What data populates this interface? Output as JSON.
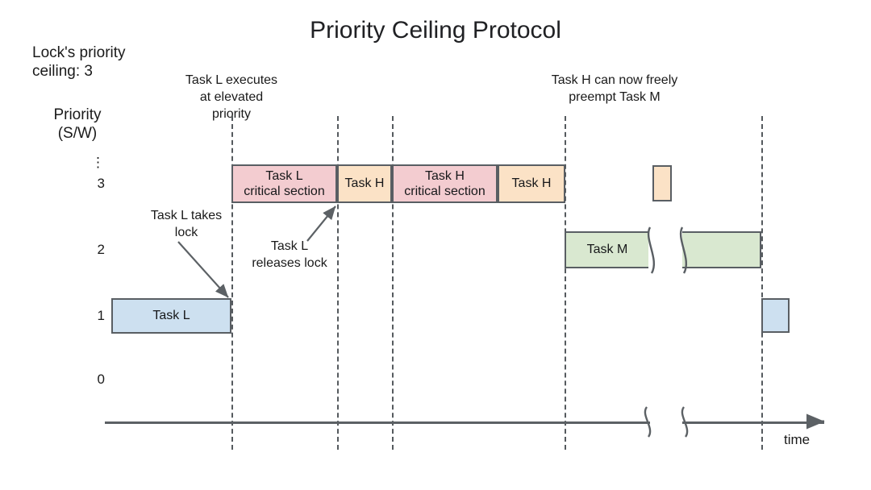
{
  "title": "Priority Ceiling Protocol",
  "lock_ceiling_note": "Lock's priority\nceiling: 3",
  "axis": {
    "y_title": "Priority\n(S/W)",
    "y_ticks": [
      "⋮",
      "3",
      "2",
      "1",
      "0"
    ],
    "x_label": "time"
  },
  "annotations": [
    {
      "id": "elevated",
      "text": "Task L executes\nat elevated priority"
    },
    {
      "id": "preempt",
      "text": "Task H can now freely\npreempt Task M"
    },
    {
      "id": "takes-lock",
      "text": "Task L\ntakes lock"
    },
    {
      "id": "releases-lock",
      "text": "Task L\nreleases\nlock"
    }
  ],
  "bars": [
    {
      "id": "task-l-critical-section",
      "label": "Task L\ncritical section",
      "priority": 3,
      "color": "#f3ccd0"
    },
    {
      "id": "task-h-1",
      "label": "Task H",
      "priority": 3,
      "color": "#fbe2c6"
    },
    {
      "id": "task-h-critical-section",
      "label": "Task H\ncritical section",
      "priority": 3,
      "color": "#f3ccd0"
    },
    {
      "id": "task-h-2",
      "label": "Task H",
      "priority": 3,
      "color": "#fbe2c6"
    },
    {
      "id": "task-h-3",
      "label": "",
      "priority": 3,
      "color": "#fbe2c6"
    },
    {
      "id": "task-m-1",
      "label": "Task M",
      "priority": 2,
      "color": "#d9e8d0"
    },
    {
      "id": "task-m-2",
      "label": "",
      "priority": 2,
      "color": "#d9e8d0"
    },
    {
      "id": "task-l-1",
      "label": "Task L",
      "priority": 1,
      "color": "#cde0f0"
    },
    {
      "id": "task-l-2",
      "label": "",
      "priority": 1,
      "color": "#cde0f0"
    }
  ],
  "colors": {
    "critical_section": "#f3ccd0",
    "task_h": "#fbe2c6",
    "task_m": "#d9e8d0",
    "task_l": "#cde0f0",
    "stroke": "#595e63",
    "text": "#1a1a1a"
  },
  "chart_data": {
    "type": "bar",
    "title": "Priority Ceiling Protocol",
    "xlabel": "time",
    "ylabel": "Priority (S/W)",
    "categories": [
      "0",
      "1",
      "2",
      "3",
      "⋮"
    ],
    "series": [
      {
        "name": "Task L",
        "values": [
          1,
          1
        ]
      },
      {
        "name": "Task L critical section",
        "values": [
          3
        ]
      },
      {
        "name": "Task H",
        "values": [
          3,
          3,
          3
        ]
      },
      {
        "name": "Task H critical section",
        "values": [
          3
        ]
      },
      {
        "name": "Task M",
        "values": [
          2,
          2
        ]
      }
    ],
    "grid": false,
    "legend": "none"
  }
}
